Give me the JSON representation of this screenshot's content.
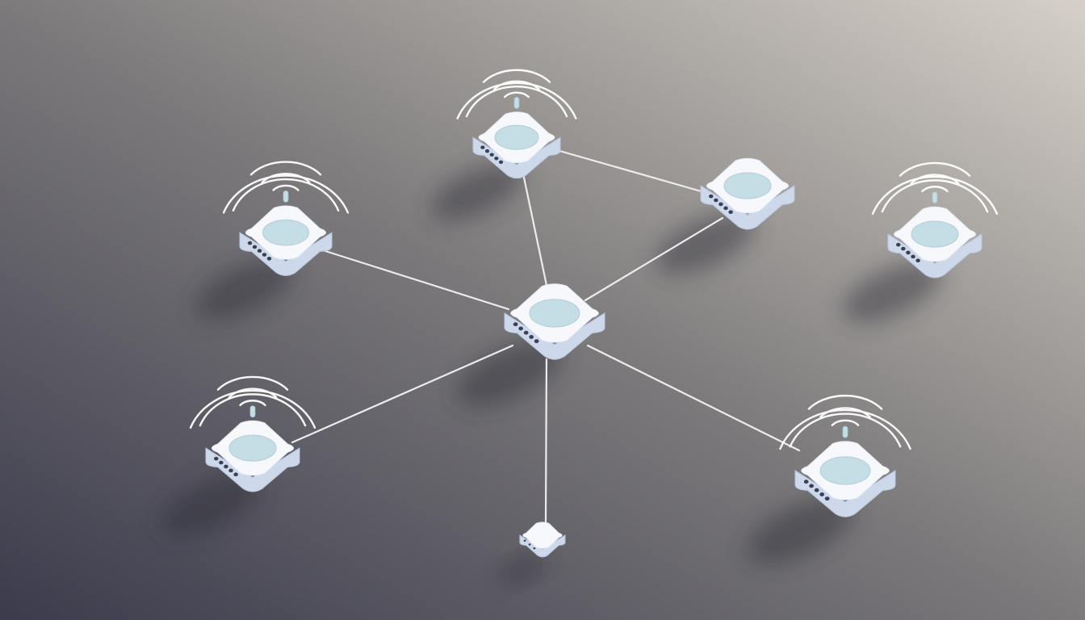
{
  "scene": {
    "subject": "mesh-network-illustration",
    "colors": {
      "background_dark": "#3b3b4c",
      "background_mid": "#7c7a7b",
      "background_light": "#d6d0c8",
      "device_body": "#f6f8fb",
      "device_side": "#cdd8ea",
      "device_top_disc": "#c5dde4",
      "device_ports": "#3a3f55",
      "link_line": "#ececec",
      "signal_wave": "#ffffff",
      "shadow": "#2a2a36"
    },
    "devices": [
      {
        "id": "router-top",
        "role": "access-point",
        "wifi_signal": true
      },
      {
        "id": "router-upper-left",
        "role": "access-point",
        "wifi_signal": true
      },
      {
        "id": "router-upper-right",
        "role": "access-point",
        "wifi_signal": false
      },
      {
        "id": "router-far-right",
        "role": "access-point",
        "wifi_signal": true
      },
      {
        "id": "router-center-hub",
        "role": "hub",
        "wifi_signal": false
      },
      {
        "id": "router-lower-left",
        "role": "access-point",
        "wifi_signal": true
      },
      {
        "id": "router-lower-right",
        "role": "access-point",
        "wifi_signal": true
      },
      {
        "id": "router-bottom-small",
        "role": "small-node",
        "wifi_signal": false
      }
    ],
    "links": [
      [
        "router-center-hub",
        "router-upper-left"
      ],
      [
        "router-center-hub",
        "router-top"
      ],
      [
        "router-center-hub",
        "router-upper-right"
      ],
      [
        "router-top",
        "router-upper-right"
      ],
      [
        "router-center-hub",
        "router-lower-left"
      ],
      [
        "router-center-hub",
        "router-lower-right"
      ],
      [
        "router-center-hub",
        "router-bottom-small"
      ]
    ]
  }
}
